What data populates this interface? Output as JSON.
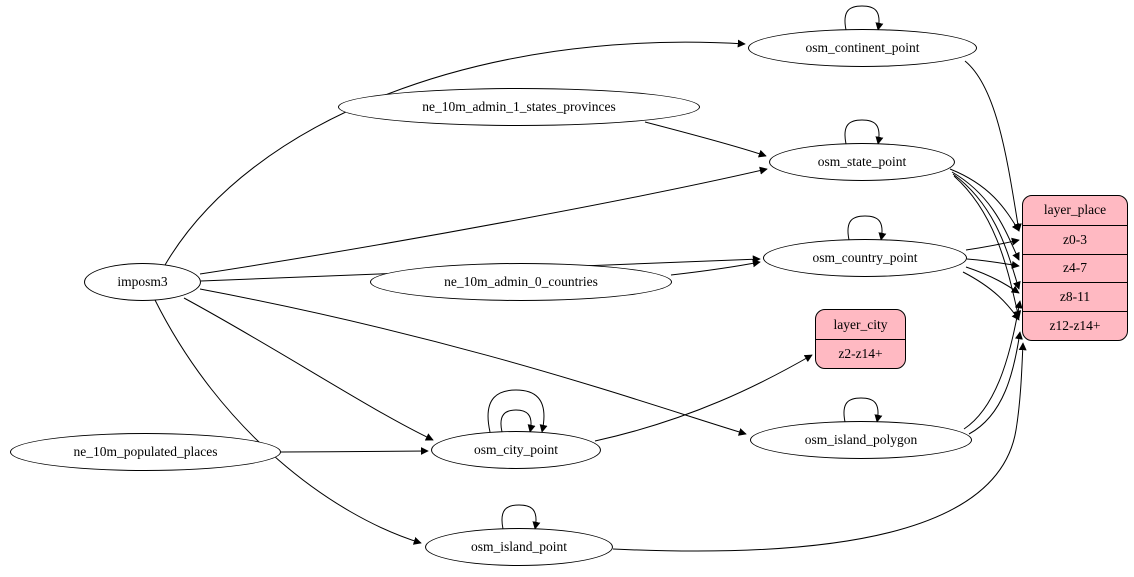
{
  "diagram": {
    "ellipse_nodes": {
      "imposm3": "imposm3",
      "ne_10m_admin_1_states_provinces": "ne_10m_admin_1_states_provinces",
      "ne_10m_admin_0_countries": "ne_10m_admin_0_countries",
      "ne_10m_populated_places": "ne_10m_populated_places",
      "osm_continent_point": "osm_continent_point",
      "osm_state_point": "osm_state_point",
      "osm_country_point": "osm_country_point",
      "osm_island_polygon": "osm_island_polygon",
      "osm_city_point": "osm_city_point",
      "osm_island_point": "osm_island_point"
    },
    "records": {
      "layer_city": {
        "title": "layer_city",
        "rows": [
          "z2-z14+"
        ]
      },
      "layer_place": {
        "title": "layer_place",
        "rows": [
          "z0-3",
          "z4-7",
          "z8-11",
          "z12-z14+"
        ]
      }
    },
    "colors": {
      "record_fill": "#ffb9c2",
      "node_fill": "#ffffff",
      "edge": "#000000"
    }
  }
}
